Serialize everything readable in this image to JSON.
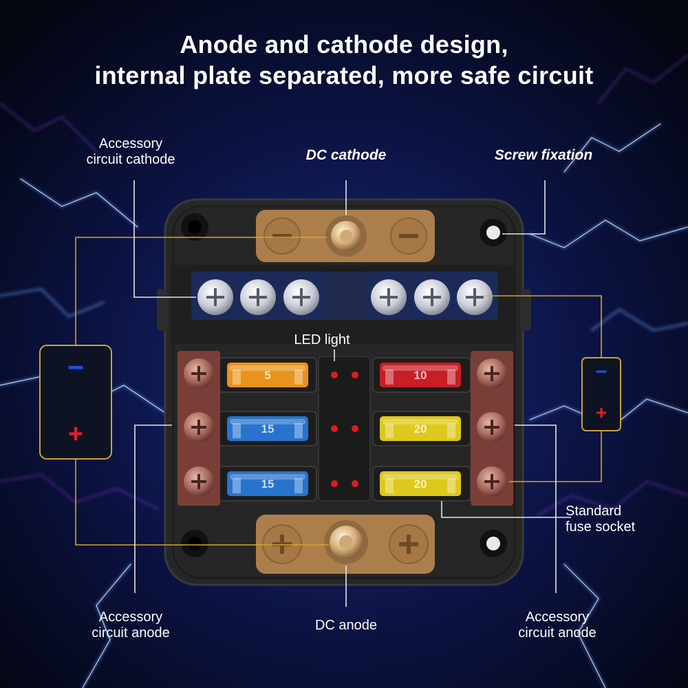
{
  "headline": {
    "line1": "Anode and cathode design,",
    "line2": "internal plate separated, more safe circuit"
  },
  "labels": {
    "accessory_cathode_l1": "Accessory",
    "accessory_cathode_l2": "circuit cathode",
    "dc_cathode": "DC cathode",
    "screw_fixation": "Screw fixation",
    "led_light": "LED light",
    "standard_socket_l1": "Standard",
    "standard_socket_l2": "fuse socket",
    "accessory_anode_left_l1": "Accessory",
    "accessory_anode_left_l2": "circuit anode",
    "dc_anode": "DC anode",
    "accessory_anode_right_l1": "Accessory",
    "accessory_anode_right_l2": "circuit anode"
  },
  "battery_left": {
    "minus": "−",
    "plus": "+"
  },
  "battery_right": {
    "minus": "−",
    "plus": "+"
  },
  "fuses_left": [
    {
      "rating": "5",
      "color": "#f39a1e"
    },
    {
      "rating": "15",
      "color": "#2a78d8"
    },
    {
      "rating": "15",
      "color": "#2a78d8"
    }
  ],
  "fuses_right": [
    {
      "rating": "10",
      "color": "#d21f26"
    },
    {
      "rating": "20",
      "color": "#e9d21c"
    },
    {
      "rating": "20",
      "color": "#e9d21c"
    }
  ],
  "colors": {
    "leader_line": "#d9a520",
    "bus_plate": "#b7864f",
    "fuse_box": "#262626",
    "cathode_strip": "#1c2a5a",
    "terminal_copper": "#9a5a52",
    "minus_sign": "#1e4fe0",
    "plus_sign": "#e41e2a"
  }
}
